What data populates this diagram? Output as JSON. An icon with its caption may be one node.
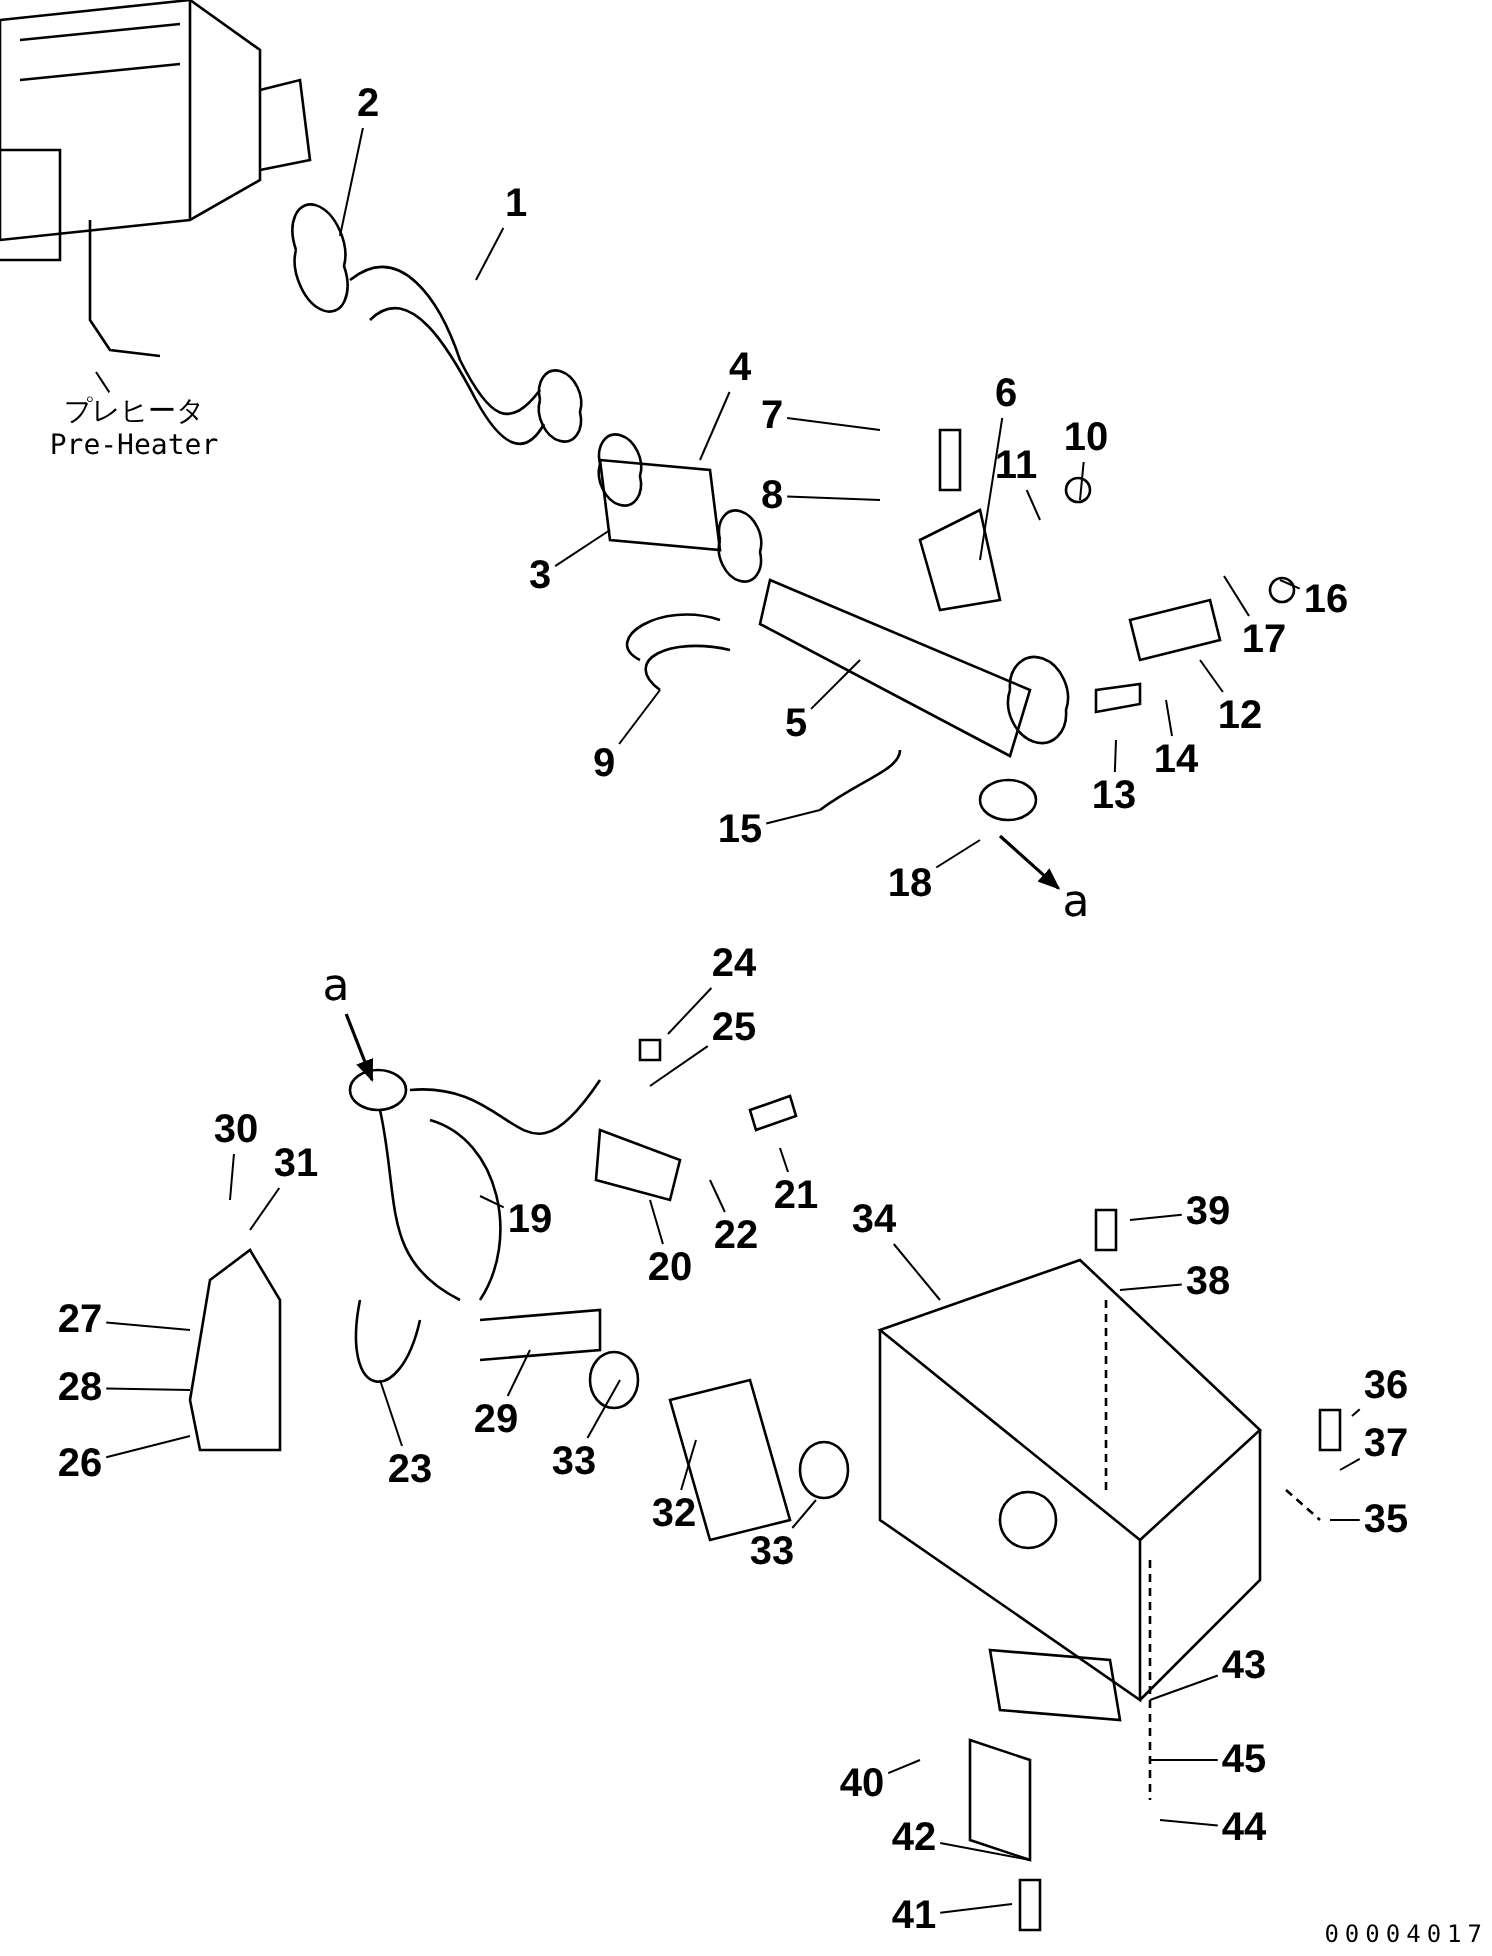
{
  "diagram": {
    "nodes": [
      {
        "text": [
          "1"
        ]
      },
      {
        "text": [
          "2"
        ]
      },
      {
        "text": [
          "3"
        ]
      },
      {
        "text": [
          "4"
        ]
      },
      {
        "text": [
          "5"
        ]
      },
      {
        "text": [
          "6"
        ]
      },
      {
        "text": [
          "7"
        ]
      },
      {
        "text": [
          "8"
        ]
      },
      {
        "text": [
          "9"
        ]
      },
      {
        "text": [
          "10"
        ]
      },
      {
        "text": [
          "11"
        ]
      },
      {
        "text": [
          "12"
        ]
      },
      {
        "text": [
          "13"
        ]
      },
      {
        "text": [
          "14"
        ]
      },
      {
        "text": [
          "15"
        ]
      },
      {
        "text": [
          "16"
        ]
      },
      {
        "text": [
          "17"
        ]
      },
      {
        "text": [
          "18"
        ]
      },
      {
        "text": [
          "19"
        ]
      },
      {
        "text": [
          "20"
        ]
      },
      {
        "text": [
          "21"
        ]
      },
      {
        "text": [
          "22"
        ]
      },
      {
        "text": [
          "23"
        ]
      },
      {
        "text": [
          "24"
        ]
      },
      {
        "text": [
          "25"
        ]
      },
      {
        "text": [
          "26"
        ]
      },
      {
        "text": [
          "27"
        ]
      },
      {
        "text": [
          "28"
        ]
      },
      {
        "text": [
          "29"
        ]
      },
      {
        "text": [
          "30"
        ]
      },
      {
        "text": [
          "31"
        ]
      },
      {
        "text": [
          "32"
        ]
      },
      {
        "text": [
          "33"
        ]
      },
      {
        "text": [
          "33"
        ]
      },
      {
        "text": [
          "34"
        ]
      },
      {
        "text": [
          "35"
        ]
      },
      {
        "text": [
          "36"
        ]
      },
      {
        "text": [
          "37"
        ]
      },
      {
        "text": [
          "38"
        ]
      },
      {
        "text": [
          "39"
        ]
      },
      {
        "text": [
          "40"
        ]
      },
      {
        "text": [
          "41"
        ]
      },
      {
        "text": [
          "42"
        ]
      },
      {
        "text": [
          "43"
        ]
      },
      {
        "text": [
          "44"
        ]
      },
      {
        "text": [
          "45"
        ]
      },
      {
        "text": [
          "プレヒータ Pre-Heater"
        ]
      },
      {
        "text": [
          "a"
        ]
      },
      {
        "text": [
          "a"
        ]
      }
    ],
    "edges": [
      {
        "from": 0,
        "to": null,
        "arrow": "none"
      },
      {
        "from": 1,
        "to": null,
        "arrow": "none"
      },
      {
        "from": 2,
        "to": null,
        "arrow": "none"
      },
      {
        "from": 3,
        "to": null,
        "arrow": "none"
      },
      {
        "from": 4,
        "to": null,
        "arrow": "none"
      },
      {
        "from": 5,
        "to": null,
        "arrow": "none"
      },
      {
        "from": 6,
        "to": null,
        "arrow": "none"
      },
      {
        "from": 7,
        "to": null,
        "arrow": "none"
      },
      {
        "from": 8,
        "to": null,
        "arrow": "none"
      },
      {
        "from": 9,
        "to": null,
        "arrow": "none"
      },
      {
        "from": 10,
        "to": null,
        "arrow": "none"
      },
      {
        "from": 11,
        "to": null,
        "arrow": "none"
      },
      {
        "from": 12,
        "to": null,
        "arrow": "none"
      },
      {
        "from": 13,
        "to": null,
        "arrow": "none"
      },
      {
        "from": 14,
        "to": null,
        "arrow": "none"
      },
      {
        "from": 15,
        "to": null,
        "arrow": "none"
      },
      {
        "from": 16,
        "to": null,
        "arrow": "none"
      },
      {
        "from": 17,
        "to": null,
        "arrow": "none"
      },
      {
        "from": 18,
        "to": null,
        "arrow": "none"
      },
      {
        "from": 19,
        "to": null,
        "arrow": "none"
      },
      {
        "from": 20,
        "to": null,
        "arrow": "none"
      },
      {
        "from": 21,
        "to": null,
        "arrow": "none"
      },
      {
        "from": 22,
        "to": null,
        "arrow": "none"
      },
      {
        "from": 23,
        "to": null,
        "arrow": "none"
      },
      {
        "from": 24,
        "to": null,
        "arrow": "none"
      },
      {
        "from": 25,
        "to": null,
        "arrow": "none"
      },
      {
        "from": 26,
        "to": null,
        "arrow": "none"
      },
      {
        "from": 27,
        "to": null,
        "arrow": "none"
      },
      {
        "from": 28,
        "to": null,
        "arrow": "none"
      },
      {
        "from": 29,
        "to": null,
        "arrow": "none"
      },
      {
        "from": 30,
        "to": null,
        "arrow": "none"
      },
      {
        "from": 31,
        "to": null,
        "arrow": "none"
      },
      {
        "from": 32,
        "to": null,
        "arrow": "none"
      },
      {
        "from": 33,
        "to": null,
        "arrow": "none"
      },
      {
        "from": 34,
        "to": null,
        "arrow": "none"
      },
      {
        "from": 35,
        "to": null,
        "arrow": "none"
      },
      {
        "from": 36,
        "to": null,
        "arrow": "none"
      },
      {
        "from": 37,
        "to": null,
        "arrow": "none"
      },
      {
        "from": 38,
        "to": null,
        "arrow": "none"
      },
      {
        "from": 39,
        "to": null,
        "arrow": "none"
      },
      {
        "from": 40,
        "to": null,
        "arrow": "none"
      },
      {
        "from": 41,
        "to": null,
        "arrow": "none"
      },
      {
        "from": 42,
        "to": null,
        "arrow": "none"
      },
      {
        "from": 43,
        "to": null,
        "arrow": "none"
      },
      {
        "from": 44,
        "to": null,
        "arrow": "none"
      },
      {
        "from": 45,
        "to": null,
        "arrow": "none"
      },
      {
        "from": 46,
        "to": null,
        "arrow": "none"
      },
      {
        "from": null,
        "to": 47,
        "arrow": "to"
      },
      {
        "from": 48,
        "to": null,
        "arrow": "to"
      }
    ],
    "labels": [
      "00004017"
    ]
  }
}
